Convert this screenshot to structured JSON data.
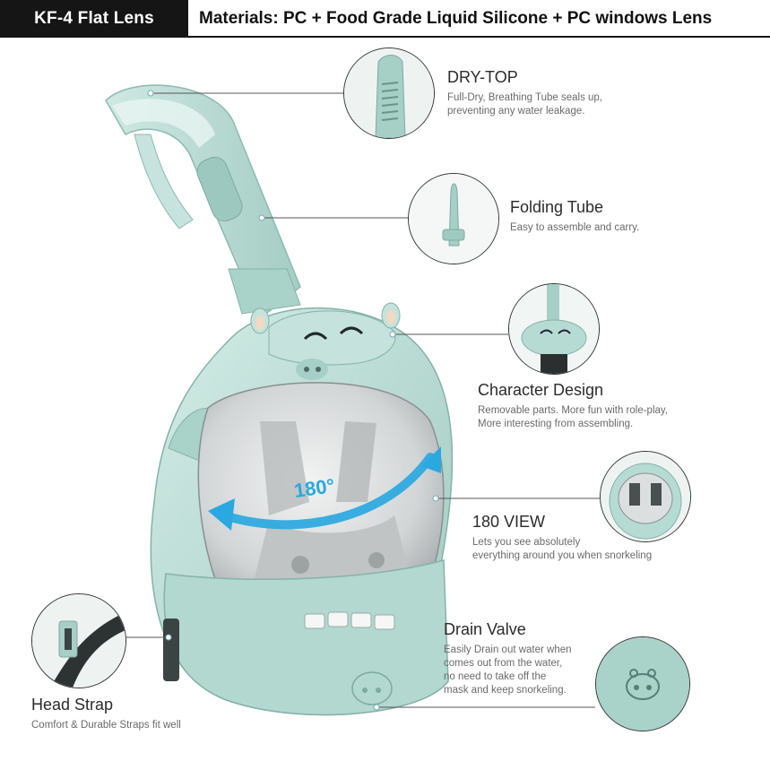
{
  "header": {
    "model": "KF-4  Flat Lens",
    "materials": "Materials: PC + Food Grade Liquid Silicone + PC windows Lens"
  },
  "overlay": {
    "view_angle": "180°"
  },
  "features": [
    {
      "title": "DRY-TOP",
      "desc": "Full-Dry, Breathing Tube seals up,\npreventing any water leakage."
    },
    {
      "title": "Folding Tube",
      "desc": "Easy to assemble and carry."
    },
    {
      "title": "Character Design",
      "desc": "Removable parts. More fun with role-play,\nMore interesting from assembling."
    },
    {
      "title": "180 VIEW",
      "desc": "Lets you see absolutely\neverything around you when snorkeling"
    },
    {
      "title": "Drain Valve",
      "desc": "Easily Drain out water when\ncomes out from the water,\nno need to take off the\nmask and keep snorkeling."
    },
    {
      "title": "Head Strap",
      "desc": "Comfort & Durable Straps fit well"
    }
  ],
  "colors": {
    "mask": "#b9dcd5",
    "mask_shadow": "#8fbdb4",
    "arrow": "#2aa8e0",
    "lens": "#d9dcdd"
  }
}
